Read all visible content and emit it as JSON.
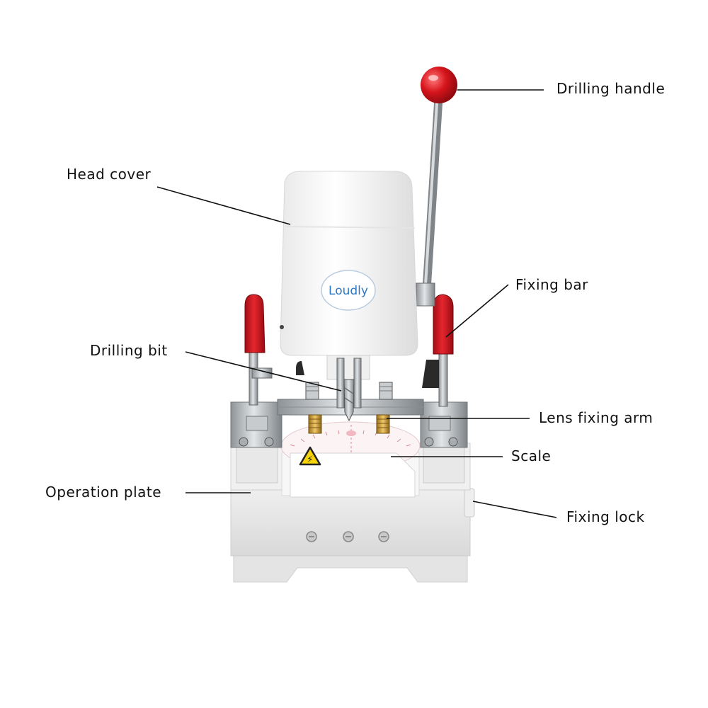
{
  "brand": {
    "name": "Loudly"
  },
  "labels": {
    "drilling_handle": "Drilling handle",
    "head_cover": "Head cover",
    "fixing_bar": "Fixing bar",
    "drilling_bit": "Drilling bit",
    "lens_fixing_arm": "Lens fixing arm",
    "scale": "Scale",
    "operation_plate": "Operation plate",
    "fixing_lock": "Fixing lock"
  },
  "colors": {
    "knob_red": "#d6141c",
    "machine_white": "#f4f4f4",
    "base_grey": "#e3e3e3",
    "metal": "#b8bcc0",
    "brass": "#c89a3a"
  }
}
